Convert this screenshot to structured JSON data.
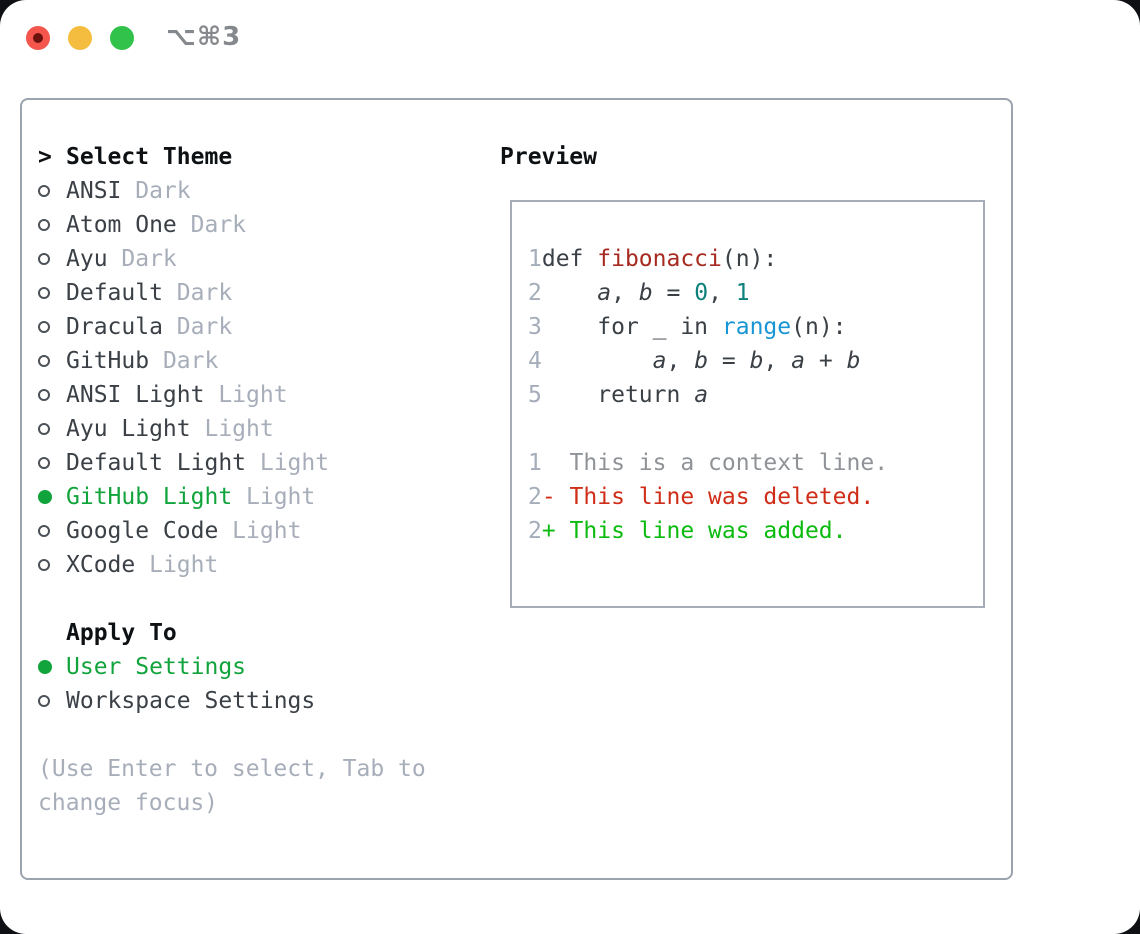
{
  "window": {
    "title": "⌥⌘3",
    "traffic_lights": {
      "close": "close",
      "minimize": "minimize",
      "zoom": "zoom"
    }
  },
  "theme_panel": {
    "header": {
      "prompt": ">",
      "label": "Select Theme"
    },
    "items": [
      {
        "name": "ANSI",
        "variant": "Dark",
        "selected": false
      },
      {
        "name": "Atom One",
        "variant": "Dark",
        "selected": false
      },
      {
        "name": "Ayu",
        "variant": "Dark",
        "selected": false
      },
      {
        "name": "Default",
        "variant": "Dark",
        "selected": false
      },
      {
        "name": "Dracula",
        "variant": "Dark",
        "selected": false
      },
      {
        "name": "GitHub",
        "variant": "Dark",
        "selected": false
      },
      {
        "name": "ANSI Light",
        "variant": "Light",
        "selected": false
      },
      {
        "name": "Ayu Light",
        "variant": "Light",
        "selected": false
      },
      {
        "name": "Default Light",
        "variant": "Light",
        "selected": false
      },
      {
        "name": "GitHub Light",
        "variant": "Light",
        "selected": true
      },
      {
        "name": "Google Code",
        "variant": "Light",
        "selected": false
      },
      {
        "name": "XCode",
        "variant": "Light",
        "selected": false
      }
    ],
    "apply_to": {
      "label": "Apply To",
      "options": [
        {
          "name": "User Settings",
          "selected": true
        },
        {
          "name": "Workspace Settings",
          "selected": false
        }
      ]
    },
    "hint_lines": [
      "(Use Enter to select, Tab to",
      "change focus)"
    ]
  },
  "preview": {
    "label": "Preview",
    "code_lines": [
      {
        "num": "1",
        "tokens": [
          {
            "text": "def ",
            "style": "plain"
          },
          {
            "text": "fibonacci",
            "style": "func"
          },
          {
            "text": "(n):",
            "style": "plain"
          }
        ]
      },
      {
        "num": "2",
        "tokens": [
          {
            "text": "    ",
            "style": "plain"
          },
          {
            "text": "a",
            "style": "var"
          },
          {
            "text": ", ",
            "style": "plain"
          },
          {
            "text": "b",
            "style": "var"
          },
          {
            "text": " = ",
            "style": "plain"
          },
          {
            "text": "0",
            "style": "num"
          },
          {
            "text": ", ",
            "style": "plain"
          },
          {
            "text": "1",
            "style": "num"
          }
        ]
      },
      {
        "num": "3",
        "tokens": [
          {
            "text": "    for _ in ",
            "style": "plain"
          },
          {
            "text": "range",
            "style": "builtin"
          },
          {
            "text": "(n):",
            "style": "plain"
          }
        ]
      },
      {
        "num": "4",
        "tokens": [
          {
            "text": "        ",
            "style": "plain"
          },
          {
            "text": "a",
            "style": "var"
          },
          {
            "text": ", ",
            "style": "plain"
          },
          {
            "text": "b",
            "style": "var"
          },
          {
            "text": " = ",
            "style": "plain"
          },
          {
            "text": "b",
            "style": "var"
          },
          {
            "text": ", ",
            "style": "plain"
          },
          {
            "text": "a",
            "style": "var"
          },
          {
            "text": " + ",
            "style": "plain"
          },
          {
            "text": "b",
            "style": "var"
          }
        ]
      },
      {
        "num": "5",
        "tokens": [
          {
            "text": "    return ",
            "style": "plain"
          },
          {
            "text": "a",
            "style": "var"
          }
        ]
      }
    ],
    "diff_lines": [
      {
        "num": "1",
        "marker": " ",
        "text": "This is a context line.",
        "style": "context"
      },
      {
        "num": "2",
        "marker": "-",
        "text": "This line was deleted.",
        "style": "deleted"
      },
      {
        "num": "2",
        "marker": "+",
        "text": "This line was added.",
        "style": "added"
      }
    ]
  },
  "colors": {
    "accent_green": "#12a43c",
    "added_green": "#0cbb10",
    "deleted_red": "#d02d18",
    "context_gray": "#8f9397",
    "muted_gray": "#a7aeb9",
    "text_dark": "#3a4046",
    "header_black": "#0e1114",
    "line_number": "#a4adb9",
    "function_red": "#a62a20",
    "number_teal": "#0e807b",
    "builtin_blue": "#1795d4",
    "panel_border": "#9ba3ae",
    "preview_border": "#a6adb8",
    "traffic_red": "#f4564e",
    "traffic_red_dot": "#6b120e",
    "traffic_yellow": "#f5bd3f",
    "traffic_green": "#30c24a",
    "title_gray": "#85888c",
    "page_bg": "#0e1013",
    "window_bg": "#ffffff"
  }
}
